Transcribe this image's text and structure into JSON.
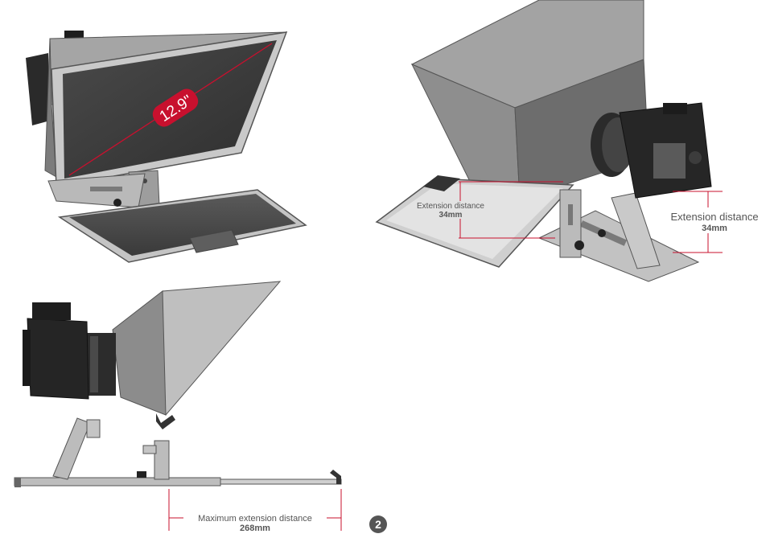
{
  "labels": {
    "screen_size": "12.9\"",
    "ext_left_title": "Extension distance",
    "ext_left_value": "34mm",
    "ext_right_title": "Extension distance",
    "ext_right_value": "34mm",
    "max_title": "Maximum extension distance",
    "max_value": "268mm",
    "step_number": "2"
  },
  "colors": {
    "accent_red": "#c8102e",
    "hood_gray": "#8c8c8c",
    "screen_dark": "#3b3b3b",
    "metal": "#b5b5b5",
    "camera_black": "#222222"
  }
}
